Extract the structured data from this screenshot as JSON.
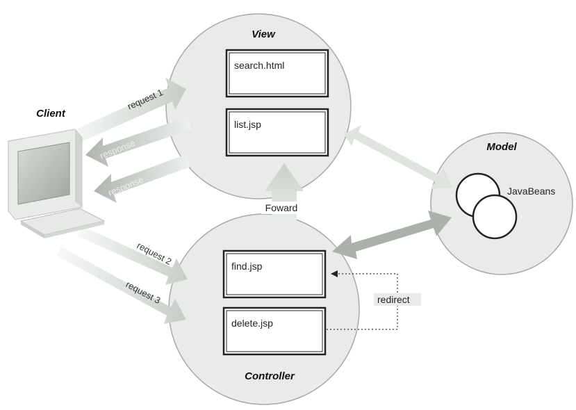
{
  "labels": {
    "view": "View",
    "controller": "Controller",
    "model": "Model",
    "client": "Client"
  },
  "view_pages": [
    "search.html",
    "list.jsp"
  ],
  "controller_pages": [
    "find.jsp",
    "delete.jsp"
  ],
  "model_component": "JavaBeans",
  "arrows": {
    "request1": "request 1",
    "response1": "response",
    "response2": "response",
    "request2": "request 2",
    "request3": "request 3",
    "forward": "Foward",
    "redirect": "redirect"
  },
  "colors": {
    "circle_fill": "#e9ebe9",
    "circle_stroke": "#a7aaa7",
    "arrow_light": "#dfe4df",
    "arrow_mid": "#c7cdc7",
    "arrow_dark": "#aab1aa",
    "box_stroke": "#222222"
  }
}
